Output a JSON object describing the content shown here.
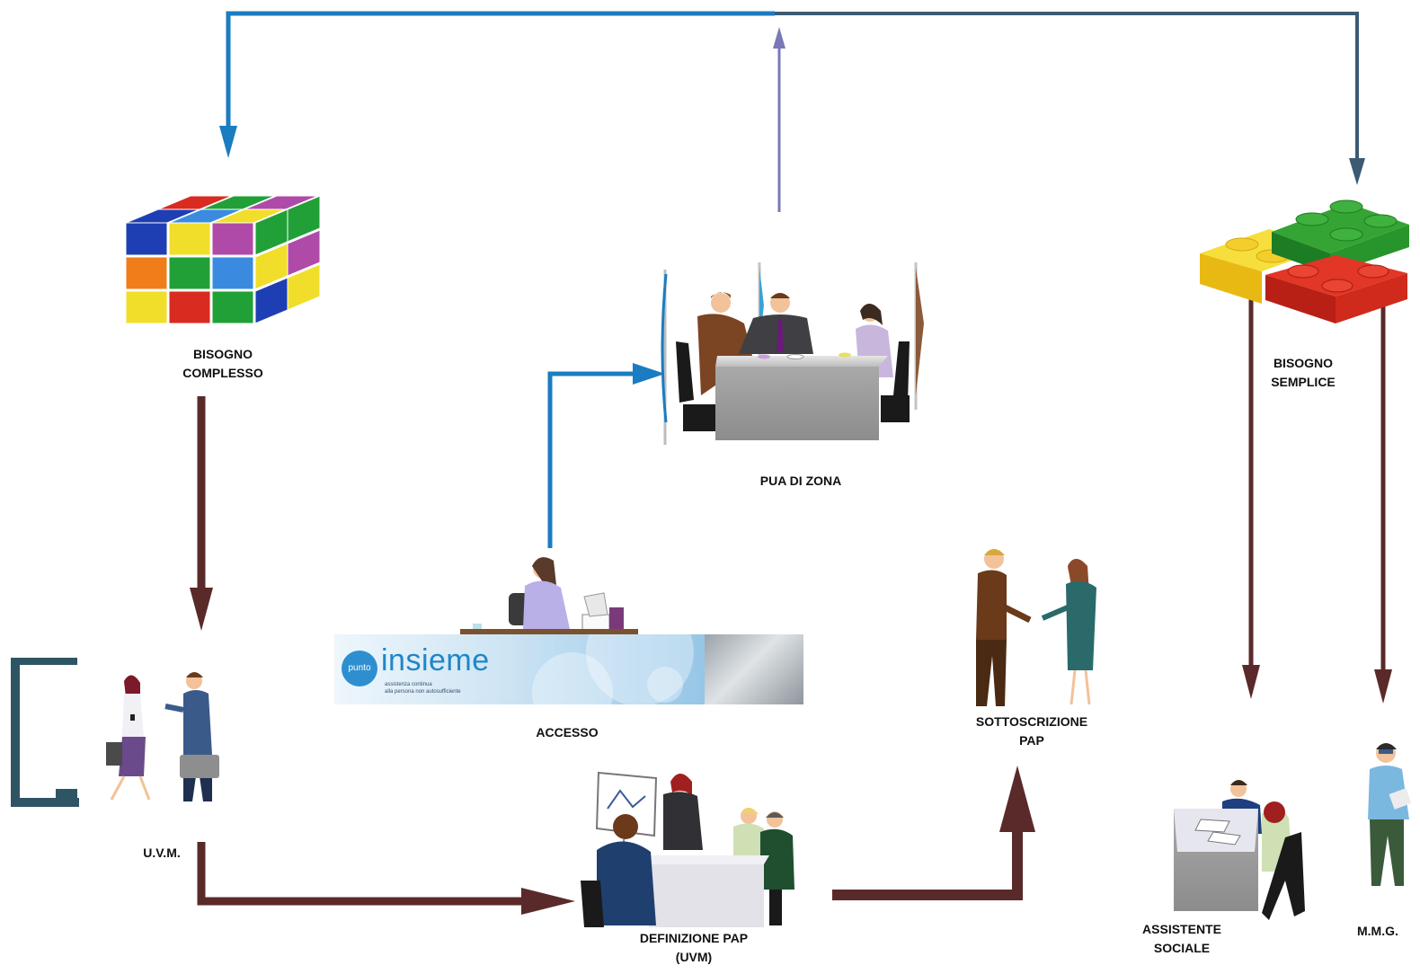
{
  "nodes": {
    "bisogno_complesso": {
      "lines": [
        "BISOGNO",
        "COMPLESSO"
      ],
      "icon": "rubiks-cube-icon"
    },
    "pua_di_zona": {
      "lines": [
        "PUA DI ZONA"
      ],
      "icon": "meeting-table-icon"
    },
    "bisogno_semplice": {
      "lines": [
        "BISOGNO",
        "SEMPLICE"
      ],
      "icon": "lego-bricks-icon"
    },
    "accesso": {
      "lines": [
        "ACCESSO"
      ],
      "icon": "receptionist-desk-icon"
    },
    "uvm": {
      "lines": [
        "U.V.M."
      ],
      "icon": "business-people-icon"
    },
    "definizione_pap": {
      "lines": [
        "DEFINIZIONE PAP",
        "(UVM)"
      ],
      "icon": "team-meeting-icon"
    },
    "sottoscrizione_pap": {
      "lines": [
        "SOTTOSCRIZIONE",
        "PAP"
      ],
      "icon": "handshake-icon"
    },
    "assistente_sociale": {
      "lines": [
        "ASSISTENTE",
        "SOCIALE"
      ],
      "icon": "social-worker-desk-icon"
    },
    "mmg": {
      "lines": [
        "M.M.G."
      ],
      "icon": "doctor-icon"
    }
  },
  "banner": {
    "badge": "punto",
    "brand": "insieme",
    "tagline_1": "assistenza continua",
    "tagline_2": "alla persona non autosufficiente"
  },
  "colors": {
    "blue_arrow": "#1a7cc1",
    "slate_arrow": "#3d5a73",
    "lilac_arrow": "#7a78b6",
    "brown_arrow": "#5a2a2a",
    "door": "#2e5563"
  }
}
